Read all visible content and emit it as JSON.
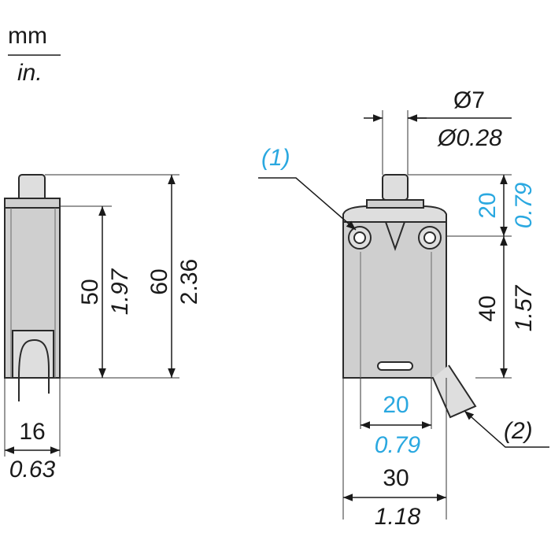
{
  "units": {
    "primary": "mm",
    "secondary": "in."
  },
  "callouts": {
    "c1": "(1)",
    "c2": "(2)"
  },
  "side_view": {
    "height_mm": "50",
    "height_in": "1.97",
    "total_mm": "60",
    "total_in": "2.36",
    "width_mm": "16",
    "width_in": "0.63"
  },
  "front_view": {
    "plunger_dia_mm": "Ø7",
    "plunger_dia_in": "Ø0.28",
    "head_mm": "20",
    "head_in": "0.79",
    "body_mm": "40",
    "body_in": "1.57",
    "hole_spacing_mm": "20",
    "hole_spacing_in": "0.79",
    "width_mm": "30",
    "width_in": "1.18"
  },
  "colors": {
    "callout": "#2aa8e0",
    "line": "#1a1a1a",
    "body": "#cfcfcf"
  }
}
